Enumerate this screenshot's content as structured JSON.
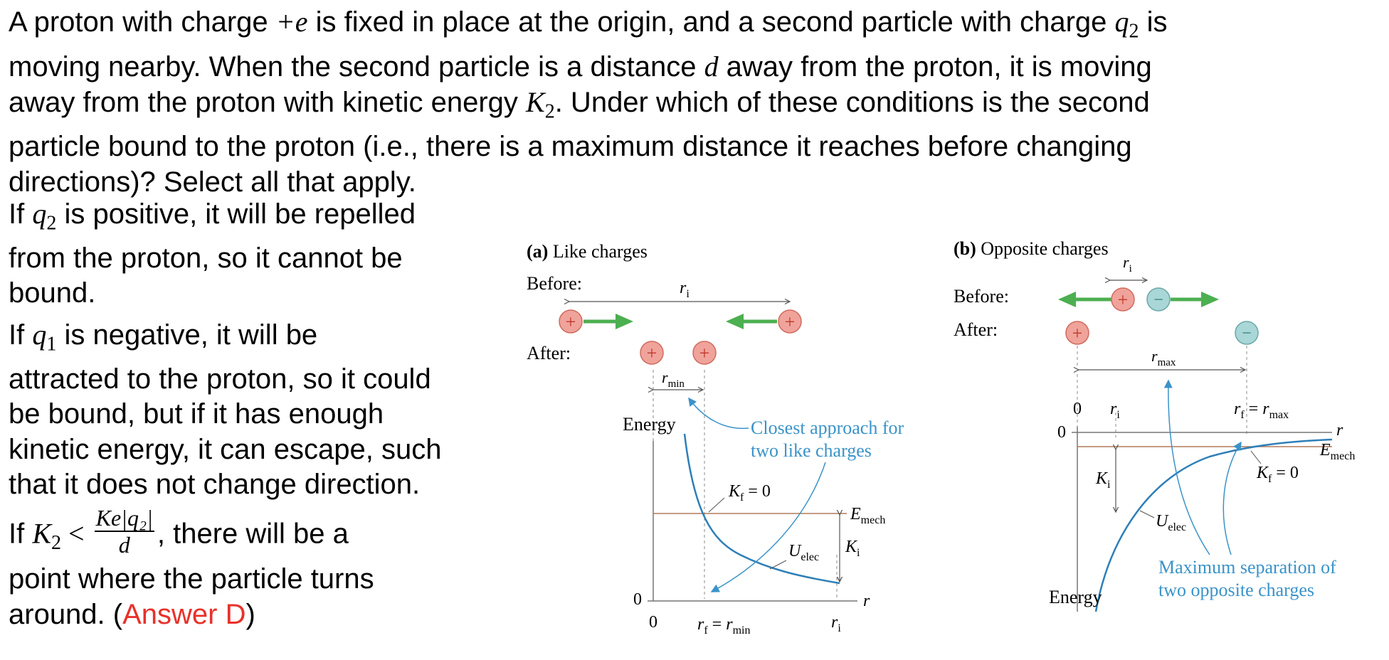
{
  "question": {
    "line1_a": "A proton with charge ",
    "line1_charge": "+e",
    "line1_b": " is fixed in place at the origin, and a second particle with charge ",
    "line1_q": "q",
    "line1_q_sub": "2",
    "line1_c": " is",
    "line2_a": "moving nearby.  When the second particle is a distance ",
    "line2_d": "d",
    "line2_b": " away from the proton, it is moving",
    "line3_a": "away from the proton with kinetic energy ",
    "line3_K": "K",
    "line3_K_sub": "2",
    "line3_b": ".  Under which of these conditions is the second",
    "line4": "particle bound to the proton (i.e., there is a maximum distance it reaches before changing",
    "line5": "directions)?  Select all that apply."
  },
  "explanation": {
    "p1_a": "If ",
    "p1_q": "q",
    "p1_q_sub": "2",
    "p1_b": " is positive, it will be repelled",
    "p1_line2": "from the proton, so it cannot be",
    "p1_line3": "bound.",
    "p2_a": "If ",
    "p2_q": "q",
    "p2_q_sub": "1",
    "p2_b": " is negative, it will be",
    "p2_line2": "attracted to the proton, so it could",
    "p2_line3": "be bound, but if it has enough",
    "p2_line4": "kinetic energy, it can escape, such",
    "p2_line5": "that it does not change direction.",
    "p3_a": "If ",
    "p3_K": "K",
    "p3_K_sub": "2",
    "p3_lt": " < ",
    "p3_num": "Ke|q₂|",
    "p3_den": "d",
    "p3_b": ", there will be a",
    "p3_line2": "point where the particle turns",
    "p3_line3_a": "around. (",
    "p3_answer": "Answer D",
    "p3_line3_b": ")"
  },
  "figure_a": {
    "label_bold": "(a)",
    "label": " Like charges",
    "before": "Before:",
    "after": "After:",
    "ri_top": "r",
    "ri_top_sub": "i",
    "rmin": "r",
    "rmin_sub": "min",
    "plus": "+",
    "energy": "Energy",
    "callout_line1": "Closest approach for",
    "callout_line2": "two like charges",
    "kf": "K",
    "kf_sub": "f",
    "kf_eq": " = 0",
    "emech": "E",
    "emech_sub": "mech",
    "ki": "K",
    "ki_sub": "i",
    "uelec": "U",
    "uelec_sub": "elec",
    "zero_y": "0",
    "zero_x": "0",
    "r_axis": "r",
    "rf": "r",
    "rf_sub": "f",
    "rf_eq": " = ",
    "rf_rmin": "r",
    "rf_rmin_sub": "min",
    "ri_axis": "r",
    "ri_axis_sub": "i"
  },
  "figure_b": {
    "label_bold": "(b)",
    "label": " Opposite charges",
    "before": "Before:",
    "after": "After:",
    "ri_top": "r",
    "ri_top_sub": "i",
    "plus": "+",
    "minus": "−",
    "rmax": "r",
    "rmax_sub": "max",
    "zero_x": "0",
    "ri_axis": "r",
    "ri_axis_sub": "i",
    "rf": "r",
    "rf_sub": "f",
    "rf_eq": " = ",
    "rf_rmax": "r",
    "rf_rmax_sub": "max",
    "zero_y": "0",
    "r_axis": "r",
    "emech": "E",
    "emech_sub": "mech",
    "ki": "K",
    "ki_sub": "i",
    "kf": "K",
    "kf_sub": "f",
    "kf_eq": " = 0",
    "uelec": "U",
    "uelec_sub": "elec",
    "callout_line1": "Maximum separation of",
    "callout_line2": "two opposite charges",
    "energy": "Energy"
  },
  "colors": {
    "answer": "#e8312a",
    "positive_charge": "#f0a39a",
    "negative_charge": "#a9d6d6",
    "arrow_green": "#4caf50",
    "curve_blue": "#2e7fb8",
    "callout_blue": "#3a93c9",
    "emech_line": "#b07a5a"
  }
}
